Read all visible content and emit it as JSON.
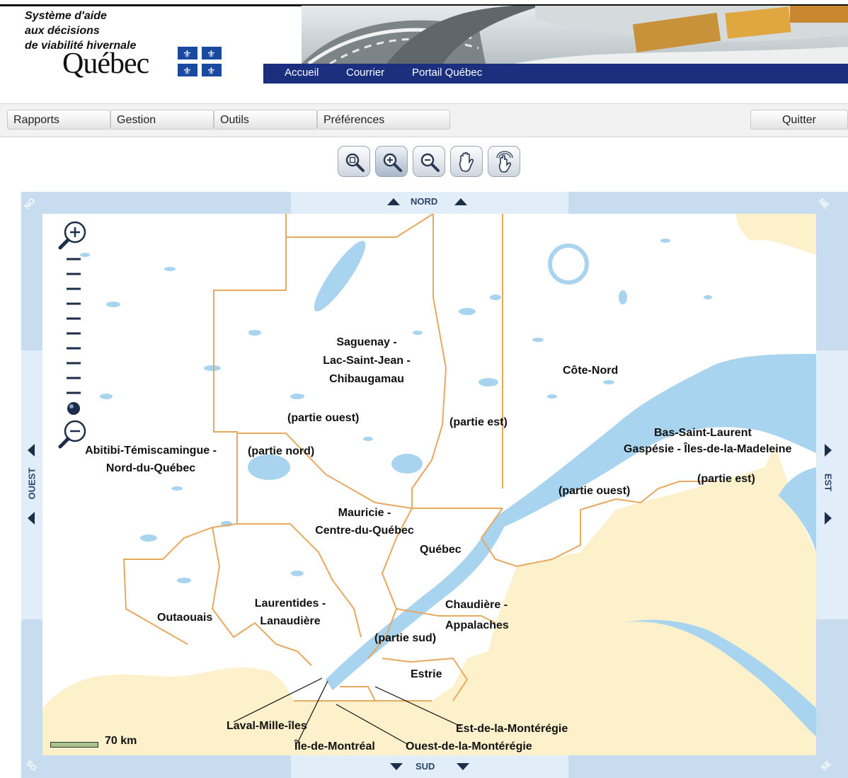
{
  "header": {
    "system_title": [
      "Système d'aide",
      "aux décisions",
      "de viabilité hivernale"
    ],
    "wordmark": "Québec",
    "nav": [
      "Accueil",
      "Courrier",
      "Portail Québec"
    ],
    "nav_color": "#1a2f7e"
  },
  "menu": {
    "items": [
      "Rapports",
      "Gestion",
      "Outils",
      "Préférences"
    ],
    "quit": "Quitter"
  },
  "toolbar": {
    "tools": [
      "zoom-extent-icon",
      "zoom-in-icon",
      "zoom-out-icon",
      "pan-hand-icon",
      "identify-hand-icon"
    ]
  },
  "map": {
    "directions": {
      "north": "NORD",
      "south": "SUD",
      "west": "OUEST",
      "east": "EST"
    },
    "corners": {
      "nw": "NO",
      "ne": "NE",
      "sw": "SO",
      "se": "SE"
    },
    "scale_label": "70 km",
    "water_color": "#a8d4ef",
    "land_color": "#fdf1cc",
    "border_color": "#e7a860",
    "regions": [
      {
        "id": "saguenay",
        "lines": [
          "Saguenay -",
          "Lac-Saint-Jean -",
          "Chibaugamau"
        ]
      },
      {
        "id": "sag-ouest",
        "lines": [
          "(partie ouest)"
        ]
      },
      {
        "id": "sag-est",
        "lines": [
          "(partie est)"
        ]
      },
      {
        "id": "cote-nord",
        "lines": [
          "Côte-Nord"
        ]
      },
      {
        "id": "bas-st-laurent",
        "lines": [
          "Bas-Saint-Laurent"
        ]
      },
      {
        "id": "gaspesie",
        "lines": [
          "Gaspésie - Îles-de-la-Madeleine"
        ]
      },
      {
        "id": "bsl-est",
        "lines": [
          "(partie est)"
        ]
      },
      {
        "id": "bsl-ouest",
        "lines": [
          "(partie ouest)"
        ]
      },
      {
        "id": "abitibi",
        "lines": [
          "Abitibi-Témiscamingue -",
          "Nord-du-Québec"
        ]
      },
      {
        "id": "abitibi-nord",
        "lines": [
          "(partie nord)"
        ]
      },
      {
        "id": "mauricie",
        "lines": [
          "Mauricie -",
          "Centre-du-Québec"
        ]
      },
      {
        "id": "quebec",
        "lines": [
          "Québec"
        ]
      },
      {
        "id": "outaouais",
        "lines": [
          "Outaouais"
        ]
      },
      {
        "id": "laurentides",
        "lines": [
          "Laurentides -",
          "Lanaudière"
        ]
      },
      {
        "id": "chaudiere",
        "lines": [
          "Chaudière -",
          "Appalaches"
        ]
      },
      {
        "id": "chaudiere-sud",
        "lines": [
          "(partie sud)"
        ]
      },
      {
        "id": "estrie",
        "lines": [
          "Estrie"
        ]
      },
      {
        "id": "laval",
        "lines": [
          "Laval-Mille-îles"
        ]
      },
      {
        "id": "montreal",
        "lines": [
          "Île-de-Montréal"
        ]
      },
      {
        "id": "est-monteregie",
        "lines": [
          "Est-de-la-Montérégie"
        ]
      },
      {
        "id": "ouest-monteregie",
        "lines": [
          "Ouest-de-la-Montérégie"
        ]
      }
    ]
  }
}
